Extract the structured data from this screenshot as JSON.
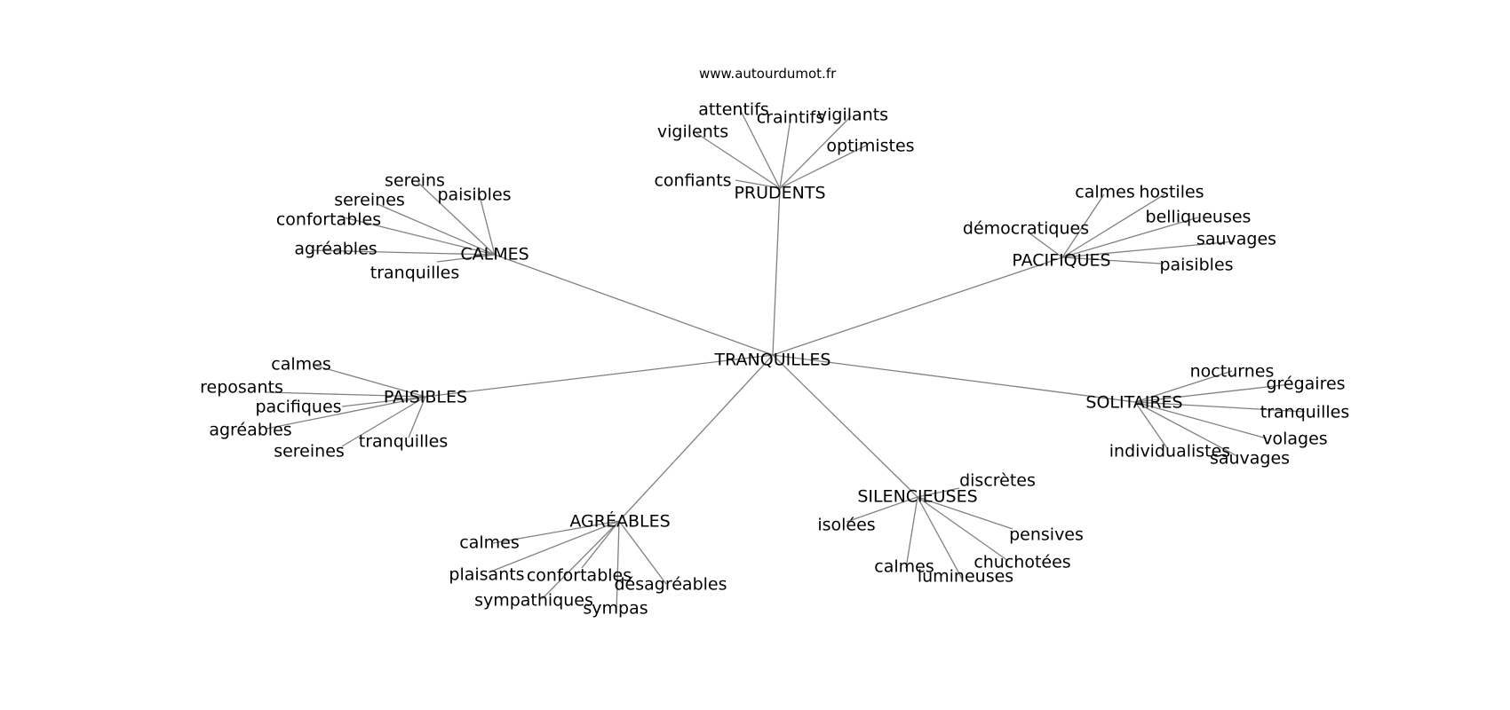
{
  "source": "www.autourdumot.fr",
  "center": "TRANQUILLES",
  "clusters": [
    {
      "word": "PRUDENTS",
      "leaves": [
        "attentifs",
        "craintifs",
        "vigilants",
        "vigilents",
        "optimistes",
        "confiants"
      ]
    },
    {
      "word": "CALMES",
      "leaves": [
        "sereins",
        "paisibles",
        "sereines",
        "confortables",
        "agréables",
        "tranquilles"
      ]
    },
    {
      "word": "PACIFIQUES",
      "leaves": [
        "calmes",
        "hostiles",
        "belliqueuses",
        "démocratiques",
        "sauvages",
        "paisibles"
      ]
    },
    {
      "word": "PAISIBLES",
      "leaves": [
        "calmes",
        "reposants",
        "pacifiques",
        "agréables",
        "sereines",
        "tranquilles"
      ]
    },
    {
      "word": "SOLITAIRES",
      "leaves": [
        "nocturnes",
        "grégaires",
        "tranquilles",
        "volages",
        "individualistes",
        "sauvages"
      ]
    },
    {
      "word": "AGRÉABLES",
      "leaves": [
        "calmes",
        "plaisants",
        "confortables",
        "désagréables",
        "sympathiques",
        "sympas"
      ]
    },
    {
      "word": "SILENCIEUSES",
      "leaves": [
        "discrètes",
        "isolées",
        "pensives",
        "chuchotées",
        "calmes",
        "lumineuses"
      ]
    }
  ]
}
